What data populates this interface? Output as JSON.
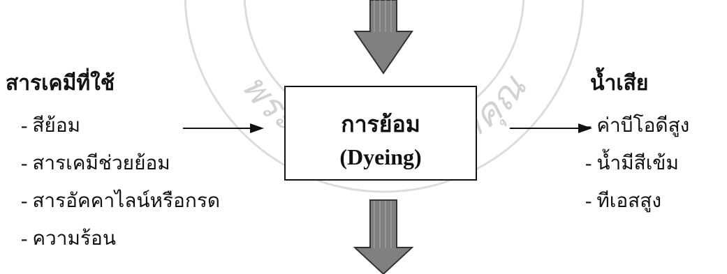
{
  "inputs": {
    "heading": "สารเคมีที่ใช้",
    "items": [
      "- สีย้อม",
      "- สารเคมีช่วยย้อม",
      "- สารอัคคาไลน์หรือกรด",
      "- ความร้อน"
    ]
  },
  "process": {
    "title": "การย้อม",
    "subtitle": "(Dyeing)"
  },
  "outputs": {
    "heading": "น้ำเสีย",
    "items": [
      "- ค่าบีโอดีสูง",
      "- น้ำมีสีเข้ม",
      "- ทีเอสสูง"
    ]
  },
  "watermark": {
    "text": "พระจอมเกล้าเจ้าคุณ"
  },
  "colors": {
    "arrow_fill": "#808080",
    "watermark": "#cfcfcf"
  }
}
